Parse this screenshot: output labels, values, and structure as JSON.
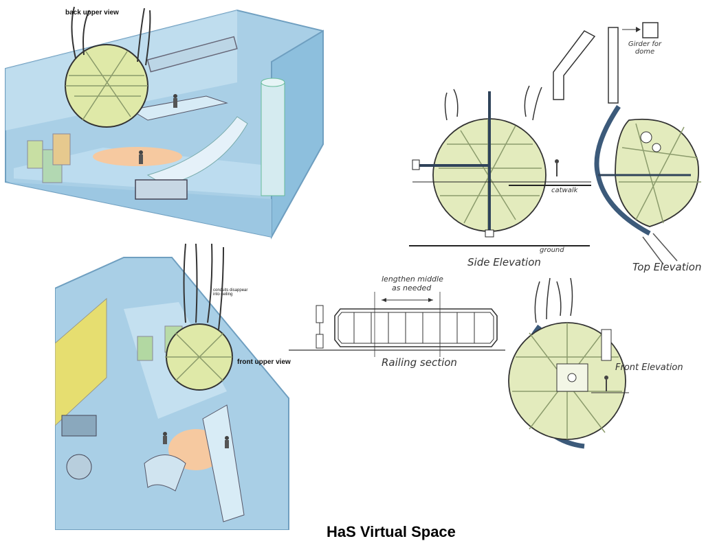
{
  "title": "HaS Virtual Space",
  "views": {
    "back_upper": {
      "label": "back upper view"
    },
    "front_upper": {
      "label": "front upper view",
      "note": "conduits disappear into ceiling"
    }
  },
  "side_elevation": {
    "label": "Side Elevation",
    "catwalk_label": "catwalk",
    "ground_label": "ground"
  },
  "top_elevation": {
    "label": "Top Elevation"
  },
  "girder": {
    "label": "Girder for dome"
  },
  "railing": {
    "label": "Railing section",
    "note_line1": "lengthen middle",
    "note_line2": "as needed"
  },
  "front_elevation": {
    "label": "Front Elevation"
  },
  "colors": {
    "room_blue": "#a9cfe6",
    "room_dark": "#7fb2d3",
    "dome_green": "#dfe9a8",
    "frame_navy": "#3c5a7a",
    "floor_orange": "#f6c9a0",
    "crate_green": "#b7d8a0",
    "crate_tan": "#e6c98e"
  }
}
